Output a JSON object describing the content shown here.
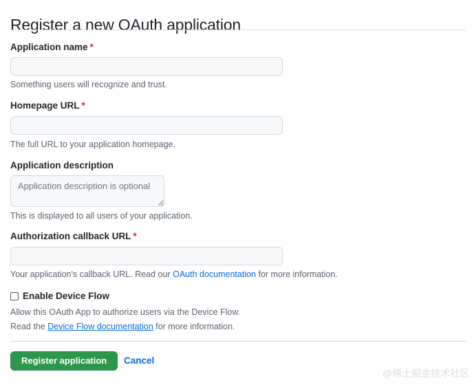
{
  "page": {
    "title": "Register a new OAuth application",
    "required_marker": "*",
    "required_color": "#cf222e",
    "link_color": "#0969da",
    "button_color": "#2c974b",
    "input_background": "#f6f8fa",
    "input_border": "#d1d9e0"
  },
  "fields": {
    "app_name": {
      "label": "Application name",
      "required": true,
      "value": "",
      "placeholder": "",
      "help": "Something users will recognize and trust."
    },
    "homepage_url": {
      "label": "Homepage URL",
      "required": true,
      "value": "",
      "placeholder": "",
      "help": "The full URL to your application homepage."
    },
    "app_description": {
      "label": "Application description",
      "required": false,
      "value": "",
      "placeholder": "Application description is optional",
      "help": "This is displayed to all users of your application."
    },
    "callback_url": {
      "label": "Authorization callback URL",
      "required": true,
      "value": "",
      "placeholder": "",
      "help_before": "Your application's callback URL. Read our ",
      "help_link": "OAuth documentation",
      "help_after": " for more information."
    }
  },
  "device_flow": {
    "checkbox_label": "Enable Device Flow",
    "checked": false,
    "help_line1": "Allow this OAuth App to authorize users via the Device Flow.",
    "help_line2_before": "Read the ",
    "help_line2_link": "Device Flow documentation",
    "help_line2_after": " for more information."
  },
  "actions": {
    "submit_label": "Register application",
    "cancel_label": "Cancel"
  },
  "watermark": "@稀土掘金技术社区"
}
